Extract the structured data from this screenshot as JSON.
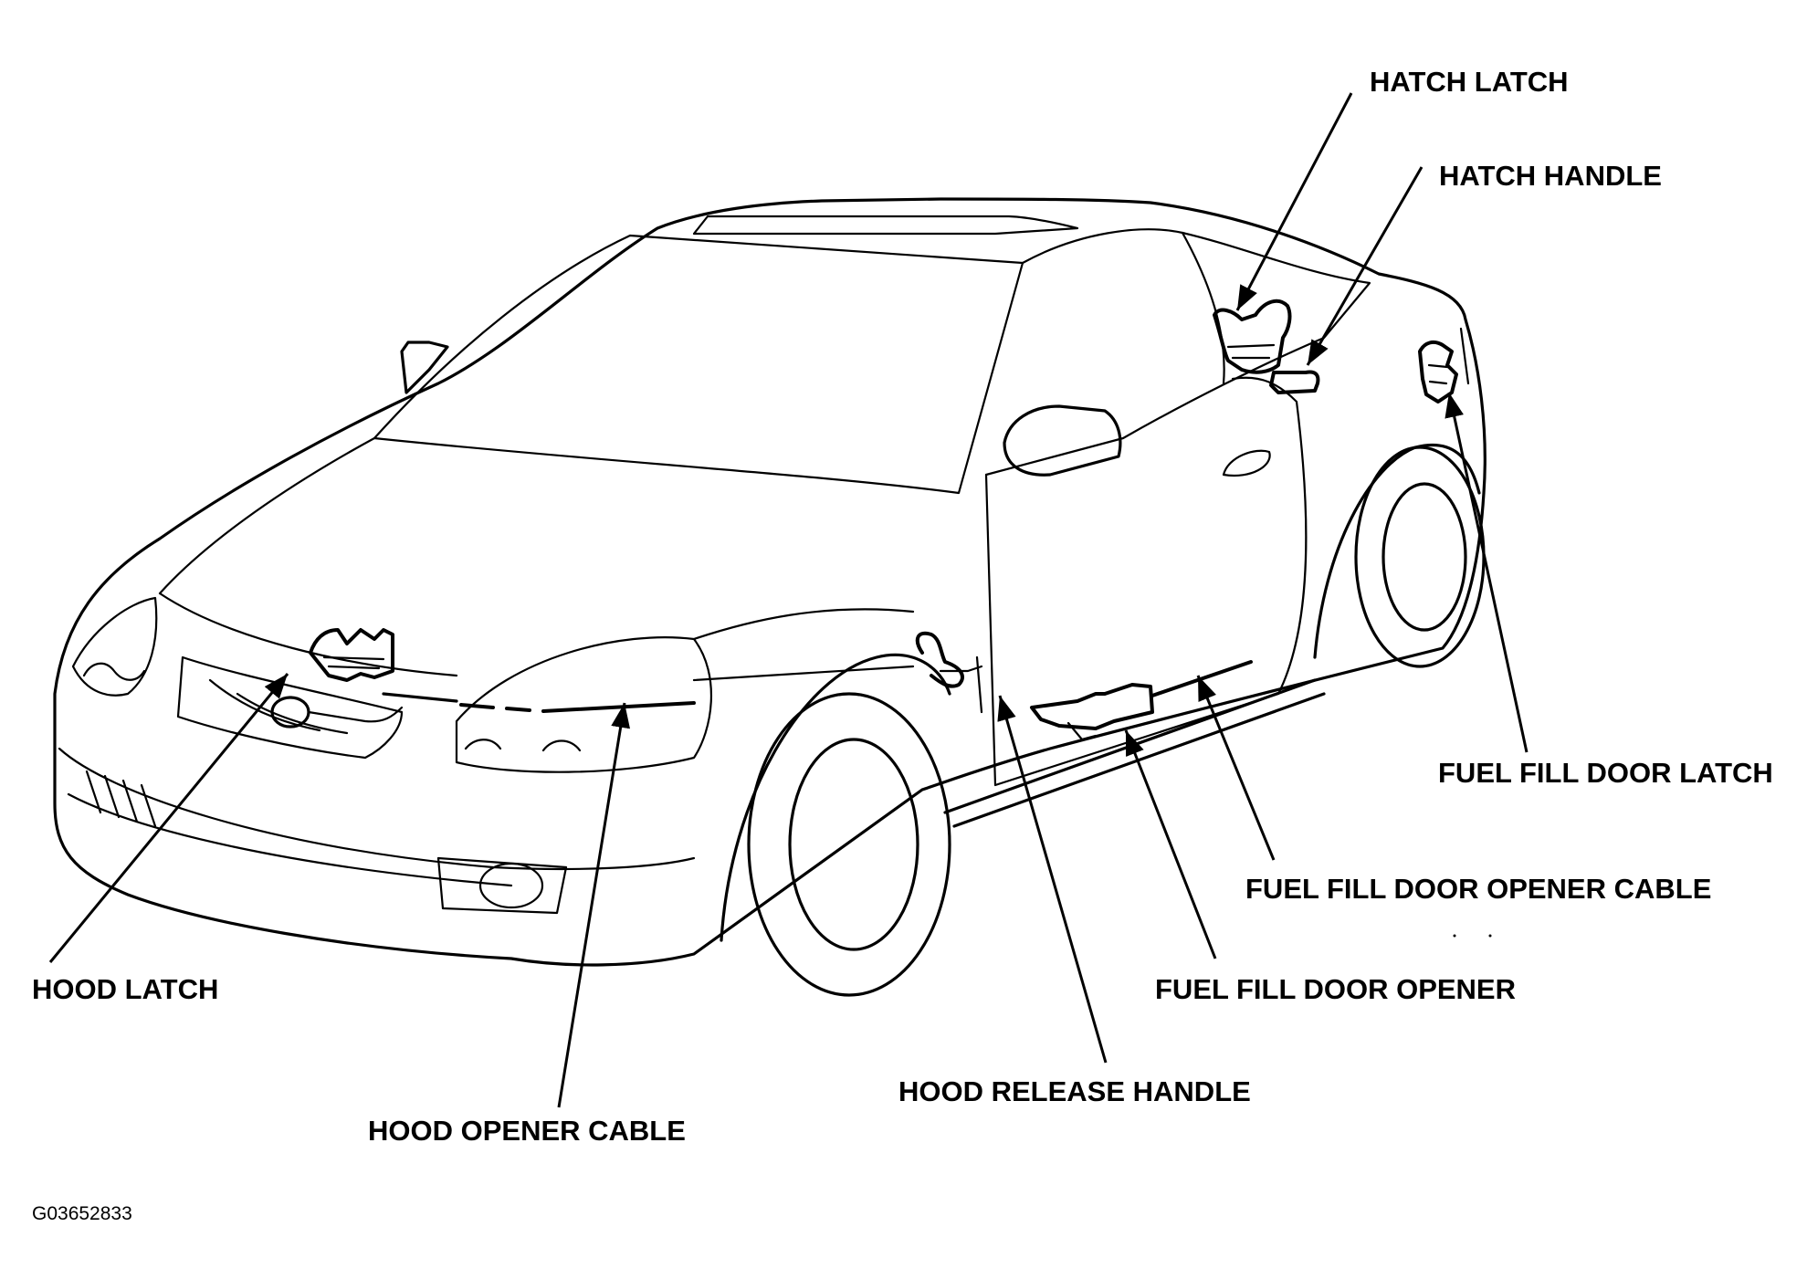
{
  "figure_id": "G03652833",
  "callouts": {
    "hatch_latch": "HATCH LATCH",
    "hatch_handle": "HATCH HANDLE",
    "fuel_fill_door_latch": "FUEL FILL DOOR LATCH",
    "fuel_fill_door_opener_cable": "FUEL FILL DOOR OPENER CABLE",
    "fuel_fill_door_opener": "FUEL FILL DOOR OPENER",
    "hood_release_handle": "HOOD RELEASE HANDLE",
    "hood_opener_cable": "HOOD OPENER CABLE",
    "hood_latch": "HOOD LATCH"
  },
  "colors": {
    "line": "#000000",
    "background": "#ffffff"
  }
}
